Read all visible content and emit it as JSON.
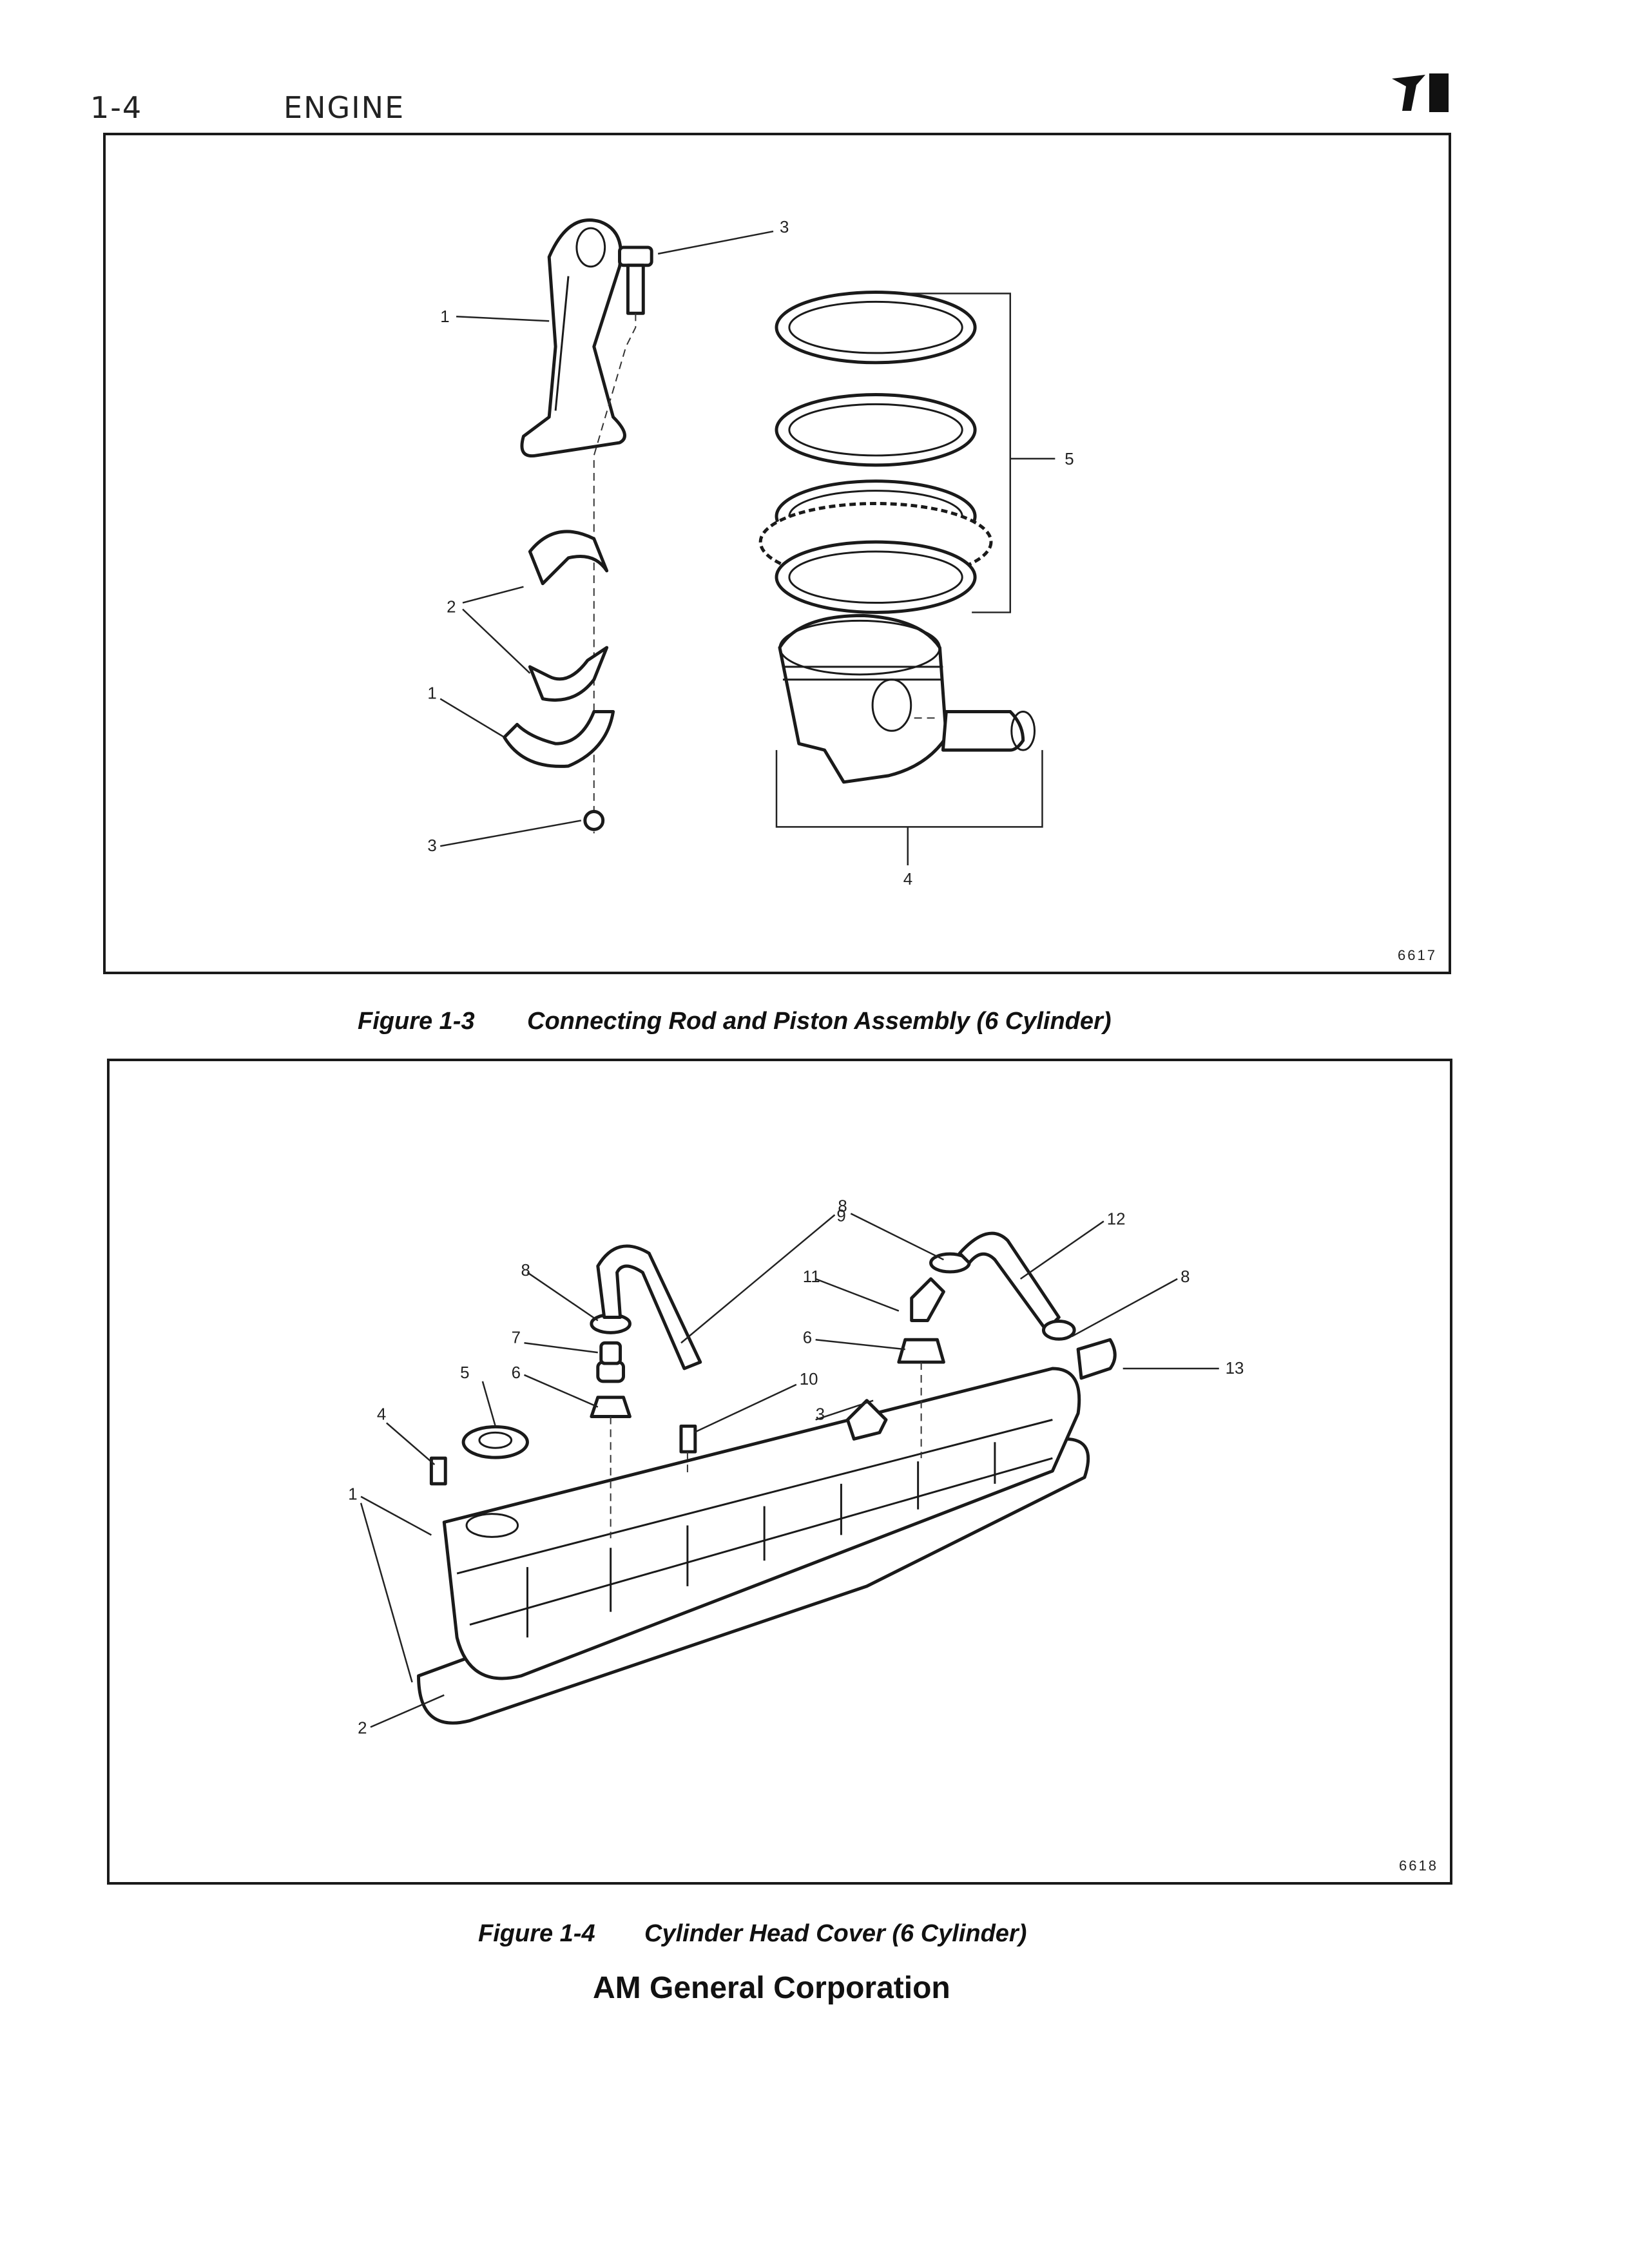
{
  "header": {
    "page_number": "1-4",
    "section": "ENGINE"
  },
  "figure_3": {
    "code": "6617",
    "label": "Figure 1-3",
    "title": "Connecting Rod and Piston Assembly (6 Cylinder)",
    "callouts": {
      "rod_top": "1",
      "bolt": "3",
      "rings": "5",
      "bearings": "2",
      "cap": "1",
      "nut": "3",
      "piston": "4"
    }
  },
  "figure_4": {
    "code": "6618",
    "label": "Figure 1-4",
    "title": "Cylinder Head Cover (6 Cylinder)",
    "callouts": {
      "c9": "9",
      "c8a": "8",
      "c12": "12",
      "c11": "11",
      "c8b": "8",
      "c8c": "8",
      "c7": "7",
      "c6a": "6",
      "c6b": "6",
      "c5": "5",
      "c10": "10",
      "c13": "13",
      "c4": "4",
      "c3": "3",
      "c1": "1",
      "c2": "2"
    }
  },
  "footer": {
    "corporation": "AM General Corporation"
  },
  "colors": {
    "ink": "#1a1a1a",
    "paper": "#ffffff"
  },
  "logo": "AM General logo mark"
}
